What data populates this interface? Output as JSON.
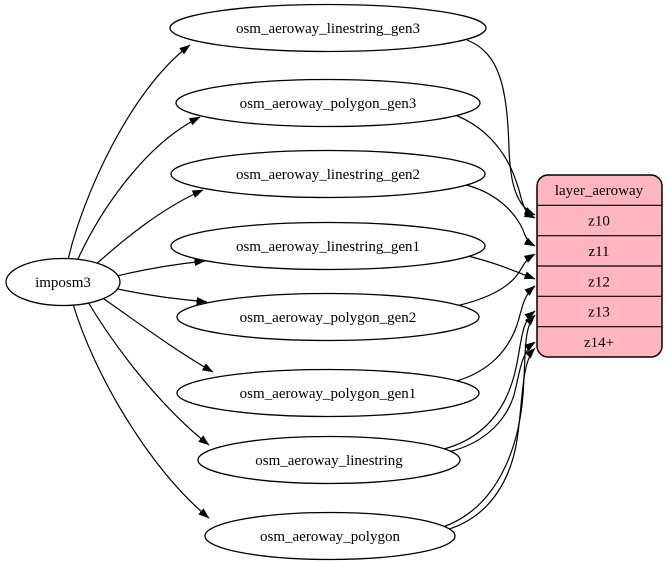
{
  "diagram": {
    "background": "#ffffff",
    "node_fill": "#ffffff",
    "node_stroke": "#000000",
    "edge_color": "#000000",
    "source_node": {
      "label": "imposm3"
    },
    "table_nodes": [
      {
        "label": "osm_aeroway_linestring_gen3"
      },
      {
        "label": "osm_aeroway_polygon_gen3"
      },
      {
        "label": "osm_aeroway_linestring_gen2"
      },
      {
        "label": "osm_aeroway_linestring_gen1"
      },
      {
        "label": "osm_aeroway_polygon_gen2"
      },
      {
        "label": "osm_aeroway_polygon_gen1"
      },
      {
        "label": "osm_aeroway_linestring"
      },
      {
        "label": "osm_aeroway_polygon"
      }
    ],
    "layer_node": {
      "title": "layer_aeroway",
      "rows": [
        "z10",
        "z11",
        "z12",
        "z13",
        "z14+"
      ],
      "fill": "#ffb6c1",
      "stroke": "#000000"
    },
    "edges": [
      {
        "from": "imposm3",
        "to": "osm_aeroway_linestring_gen3"
      },
      {
        "from": "imposm3",
        "to": "osm_aeroway_polygon_gen3"
      },
      {
        "from": "imposm3",
        "to": "osm_aeroway_linestring_gen2"
      },
      {
        "from": "imposm3",
        "to": "osm_aeroway_linestring_gen1"
      },
      {
        "from": "imposm3",
        "to": "osm_aeroway_polygon_gen2"
      },
      {
        "from": "imposm3",
        "to": "osm_aeroway_polygon_gen1"
      },
      {
        "from": "imposm3",
        "to": "osm_aeroway_linestring"
      },
      {
        "from": "imposm3",
        "to": "osm_aeroway_polygon"
      },
      {
        "from": "osm_aeroway_linestring_gen3",
        "to": "layer_aeroway:z10"
      },
      {
        "from": "osm_aeroway_polygon_gen3",
        "to": "layer_aeroway:z10"
      },
      {
        "from": "osm_aeroway_linestring_gen2",
        "to": "layer_aeroway:z11"
      },
      {
        "from": "osm_aeroway_polygon_gen2",
        "to": "layer_aeroway:z11"
      },
      {
        "from": "osm_aeroway_linestring_gen1",
        "to": "layer_aeroway:z12"
      },
      {
        "from": "osm_aeroway_polygon_gen1",
        "to": "layer_aeroway:z12"
      },
      {
        "from": "osm_aeroway_linestring",
        "to": "layer_aeroway:z13"
      },
      {
        "from": "osm_aeroway_linestring",
        "to": "layer_aeroway:z14+"
      },
      {
        "from": "osm_aeroway_polygon",
        "to": "layer_aeroway:z13"
      },
      {
        "from": "osm_aeroway_polygon",
        "to": "layer_aeroway:z14+"
      }
    ]
  }
}
